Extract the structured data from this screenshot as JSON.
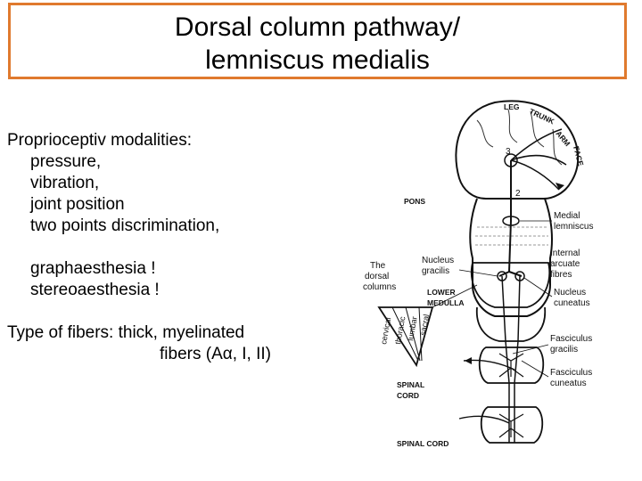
{
  "title": {
    "line1": "Dorsal column pathway/",
    "line2": "lemniscus medialis"
  },
  "text": {
    "modalities_heading": "Proprioceptiv modalities:",
    "items": [
      "pressure,",
      "vibration,",
      "joint position",
      "two points discrimination,"
    ],
    "extra_items": [
      "graphaesthesia !",
      "stereoaesthesia !"
    ],
    "fibers_line1": "Type of fibers: thick, myelinated",
    "fibers_line2": "fibers (Aα, I, II)"
  },
  "diagram": {
    "cortex_labels": {
      "leg": "LEG",
      "trunk": "TRUNK",
      "arm": "ARM",
      "face": "FACE"
    },
    "numbers": {
      "n3": "3",
      "n2": "2"
    },
    "pons": "PONS",
    "medial_lemniscus": [
      "Medial",
      "lemniscus"
    ],
    "nucleus_gracilis": [
      "Nucleus",
      "gracilis"
    ],
    "internal_arcuate": [
      "Internal",
      "arcuate",
      "fibres"
    ],
    "nucleus_cuneatus": [
      "Nucleus",
      "cuneatus"
    ],
    "dorsal_columns": [
      "The",
      "dorsal",
      "columns"
    ],
    "lower_medulla": [
      "LOWER",
      "MEDULLA"
    ],
    "segments": [
      "cervical",
      "thoracic",
      "lumbar",
      "sacral"
    ],
    "fasciculus_gracilis": [
      "Fasciculus",
      "gracilis"
    ],
    "fasciculus_cuneatus": [
      "Fasciculus",
      "cuneatus"
    ],
    "spinal_cord_upper": [
      "SPINAL",
      "CORD"
    ],
    "spinal_cord_lower": "SPINAL CORD"
  }
}
